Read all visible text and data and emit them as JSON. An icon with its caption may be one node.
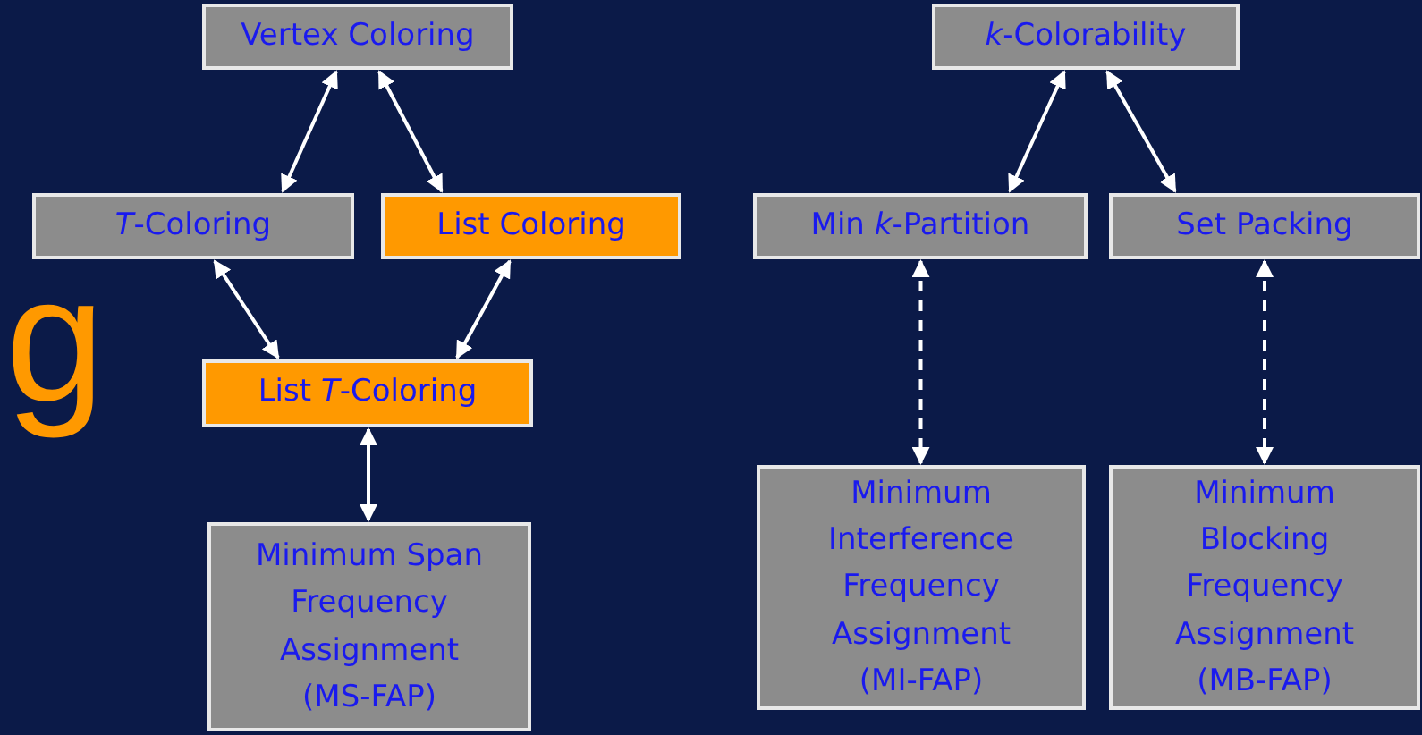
{
  "diagram": {
    "nodes": [
      {
        "text": [
          "Vertex Coloring"
        ]
      },
      {
        "text": [
          "*T*-Coloring"
        ]
      },
      {
        "text": [
          "List Coloring"
        ]
      },
      {
        "text": [
          "List *T*-Coloring"
        ]
      },
      {
        "text": [
          "Minimum Span Frequency Assignment (MS-FAP)"
        ]
      },
      {
        "text": [
          "*k*-Colorability"
        ]
      },
      {
        "text": [
          "Min *k*-Partition"
        ]
      },
      {
        "text": [
          "Set Packing"
        ]
      },
      {
        "text": [
          "Minimum Interference Frequency Assignment (MI-FAP)"
        ]
      },
      {
        "text": [
          "Minimum Blocking Frequency Assignment (MB-FAP)"
        ]
      }
    ],
    "edges": [
      {
        "from": 0,
        "to": 1,
        "arrow": "both"
      },
      {
        "from": 0,
        "to": 2,
        "arrow": "both"
      },
      {
        "from": 1,
        "to": 3,
        "arrow": "both"
      },
      {
        "from": 2,
        "to": 3,
        "arrow": "both"
      },
      {
        "from": 3,
        "to": 4,
        "arrow": "both"
      },
      {
        "from": 5,
        "to": 6,
        "arrow": "both"
      },
      {
        "from": 5,
        "to": 7,
        "arrow": "both"
      },
      {
        "from": 6,
        "to": 8,
        "arrow": "both",
        "style": "dashed"
      },
      {
        "from": 7,
        "to": 9,
        "arrow": "both",
        "style": "dashed"
      }
    ],
    "labels": [
      "g"
    ]
  }
}
